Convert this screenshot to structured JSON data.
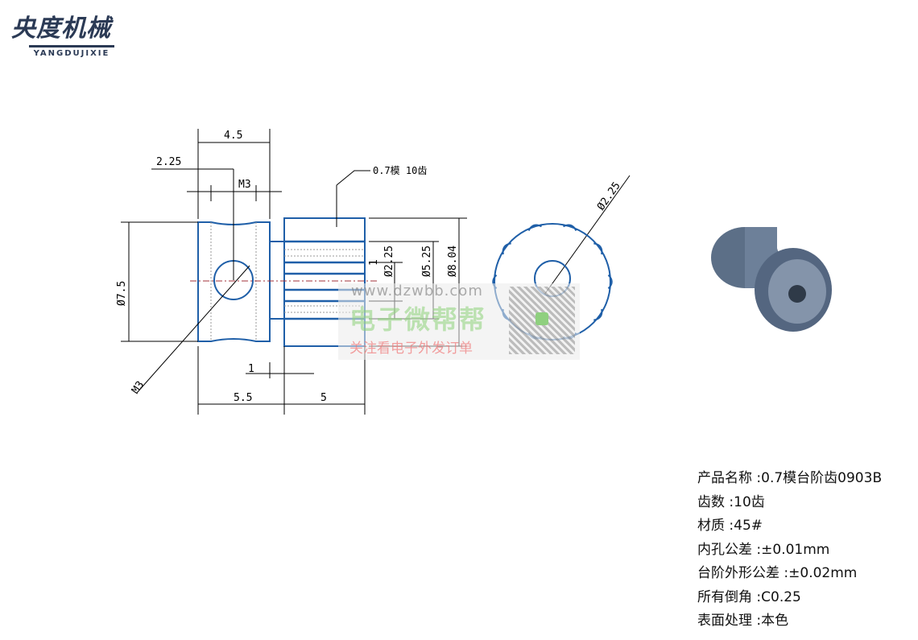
{
  "logo": {
    "name_cn": "央度机械",
    "name_en": "YANGDUJIXIE"
  },
  "dimensions": {
    "hub_length": "4.5",
    "hole_pos": "2.25",
    "thread_top": "M3",
    "thread_side": "M3",
    "outer_dia": "Ø7.5",
    "gear_note": "0.7模 10齿",
    "step": "1",
    "bore_dia": "Ø2.25",
    "tooth_root_dia": "Ø5.25",
    "tip_dia": "Ø8.04",
    "shoulder": "1",
    "hub_width": "5.5",
    "gear_width": "5",
    "front_bore": "Ø2.25"
  },
  "watermark": {
    "url": "www.dzwbb.com",
    "title": "电子微帮帮",
    "subtitle": "关注看电子外发订单"
  },
  "specs": [
    {
      "label": "产品名称",
      "value": "0.7模台阶齿0903B"
    },
    {
      "label": "齿数",
      "value": "10齿"
    },
    {
      "label": "材质",
      "value": "45#"
    },
    {
      "label": "内孔公差",
      "value": "±0.01mm"
    },
    {
      "label": "台阶外形公差",
      "value": "±0.02mm"
    },
    {
      "label": "所有倒角",
      "value": "C0.25"
    },
    {
      "label": "表面处理",
      "value": "本色"
    }
  ],
  "colors": {
    "outline": "#1f5fa8",
    "dimension": "#000000",
    "center": "#a0303a"
  }
}
